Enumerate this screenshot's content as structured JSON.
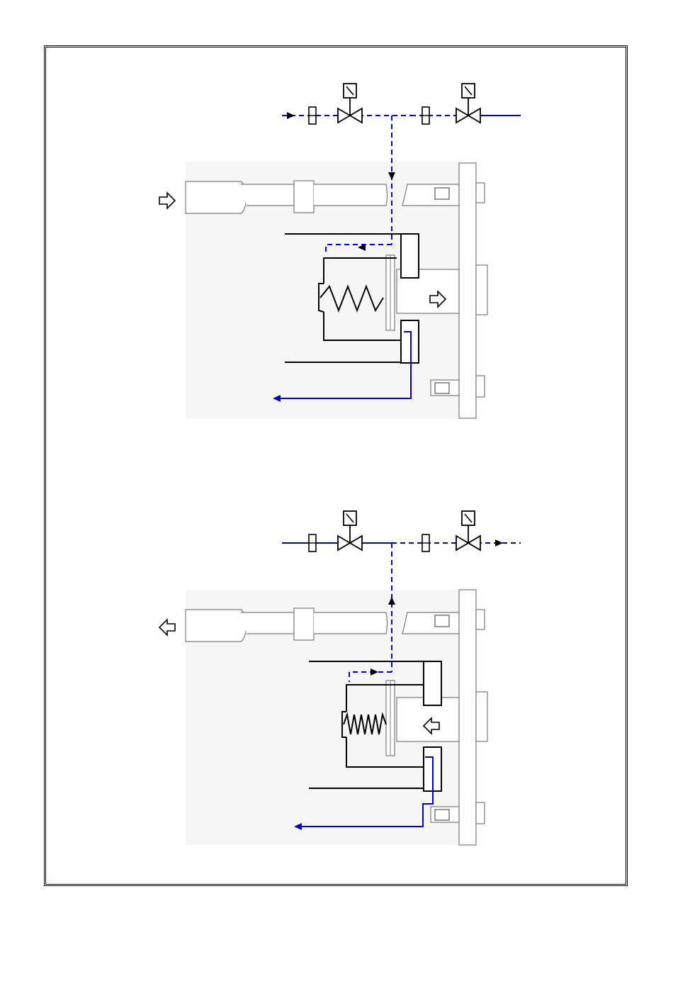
{
  "colors": {
    "pressure_line": "#0000cc",
    "outline": "#000000",
    "mechanical": "#7a7a7a",
    "shading": "#f4f4f4"
  },
  "diagrams": [
    {
      "id": "upper",
      "motion": "right"
    },
    {
      "id": "lower",
      "motion": "left"
    }
  ]
}
